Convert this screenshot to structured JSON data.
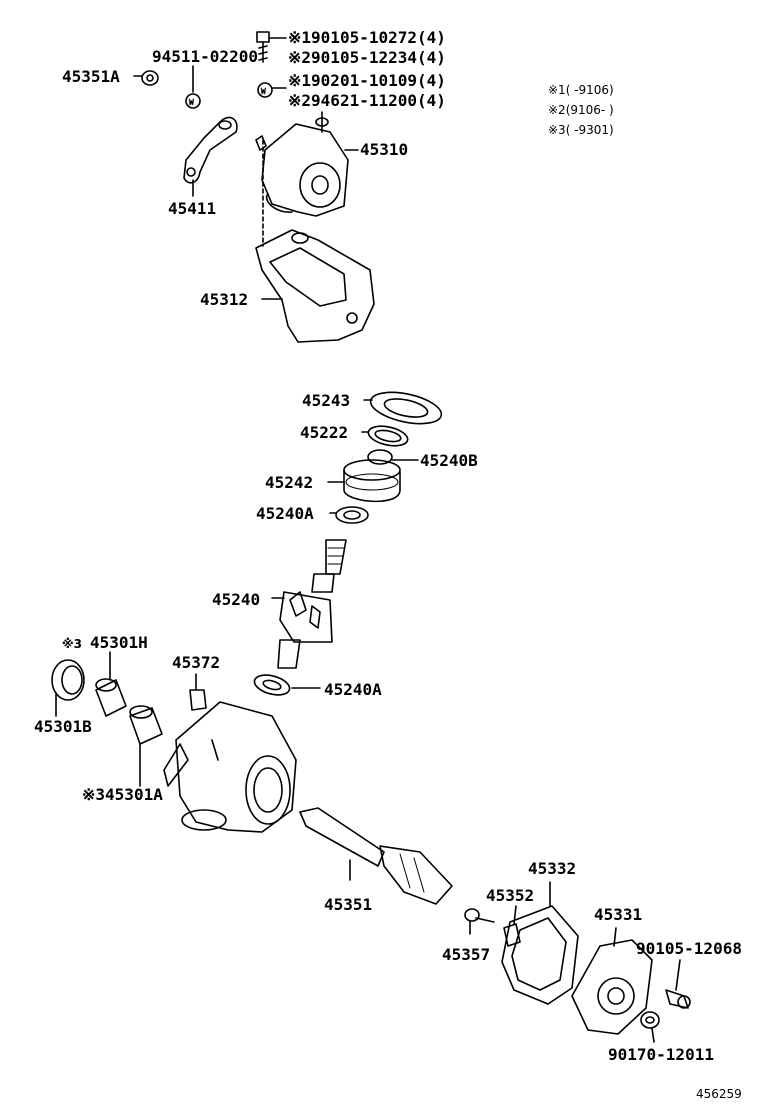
{
  "labels": {
    "p45351a": "45351A",
    "p94511": "94511-02200",
    "p45411": "45411",
    "p45310": "45310",
    "p45312": "45312",
    "p45243": "45243",
    "p45222": "45222",
    "p45240b": "45240B",
    "p45242": "45242",
    "p45240a_1": "45240A",
    "p45240": "45240",
    "p45240a_2": "45240A",
    "p45301h_mark": "※3",
    "p45301h": "45301H",
    "p45372": "45372",
    "p45301b": "45301B",
    "p45301a": "※345301A",
    "p45351": "45351",
    "p45332": "45332",
    "p45352": "45352",
    "p45331": "45331",
    "p45357": "45357",
    "p90105_12068": "90105-12068",
    "p90170_12011": "90170-12011",
    "bolt1": "※190105-10272(4)",
    "bolt2": "※290105-12234(4)",
    "washer1": "※190201-10109(4)",
    "washer2": "※294621-11200(4)"
  },
  "legend": {
    "note1": "※1(     -9106)",
    "note2": "※2(9106-     )",
    "note3": "※3(     -9301)"
  },
  "footer": {
    "code": "456259"
  }
}
